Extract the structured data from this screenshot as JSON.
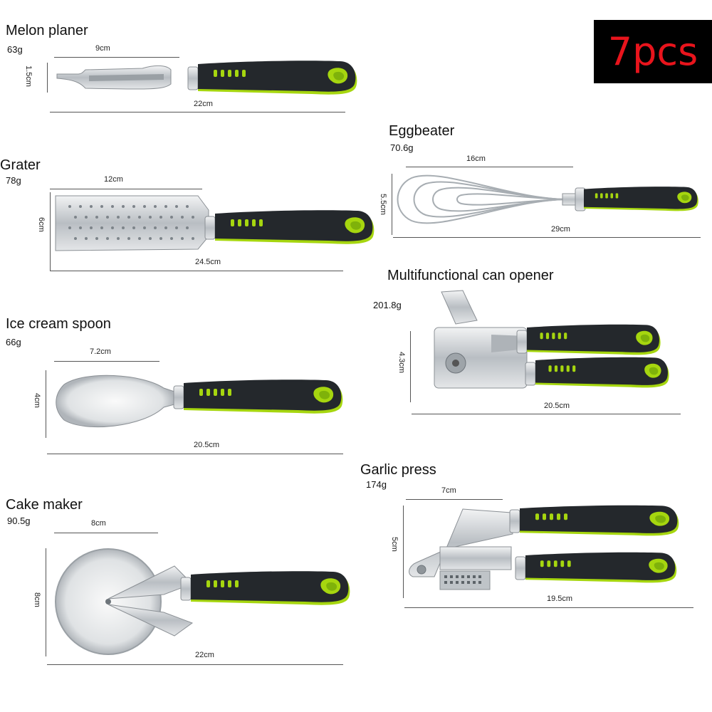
{
  "badge": "7pcs",
  "colors": {
    "handle": "#24282c",
    "accent": "#a6d60f",
    "metal": "#c9cdd1",
    "badge_text": "#e8141c"
  },
  "tools": {
    "melon_planer": {
      "name": "Melon planer",
      "weight": "63g",
      "width_top": "9cm",
      "height": "1.5cm",
      "length": "22cm"
    },
    "grater": {
      "name": "Grater",
      "weight": "78g",
      "width_top": "12cm",
      "height": "6cm",
      "length": "24.5cm"
    },
    "ice_cream": {
      "name": "Ice cream spoon",
      "weight": "66g",
      "width_top": "7.2cm",
      "height": "4cm",
      "length": "20.5cm"
    },
    "cake_maker": {
      "name": "Cake maker",
      "weight": "90.5g",
      "width_top": "8cm",
      "height": "8cm",
      "length": "22cm"
    },
    "eggbeater": {
      "name": "Eggbeater",
      "weight": "70.6g",
      "width_top": "16cm",
      "height": "5.5cm",
      "length": "29cm"
    },
    "can_opener": {
      "name": "Multifunctional can opener",
      "weight": "201.8g",
      "height": "4.3cm",
      "length": "20.5cm"
    },
    "garlic_press": {
      "name": "Garlic press",
      "weight": "174g",
      "width_top": "7cm",
      "height": "5cm",
      "length": "19.5cm"
    }
  }
}
